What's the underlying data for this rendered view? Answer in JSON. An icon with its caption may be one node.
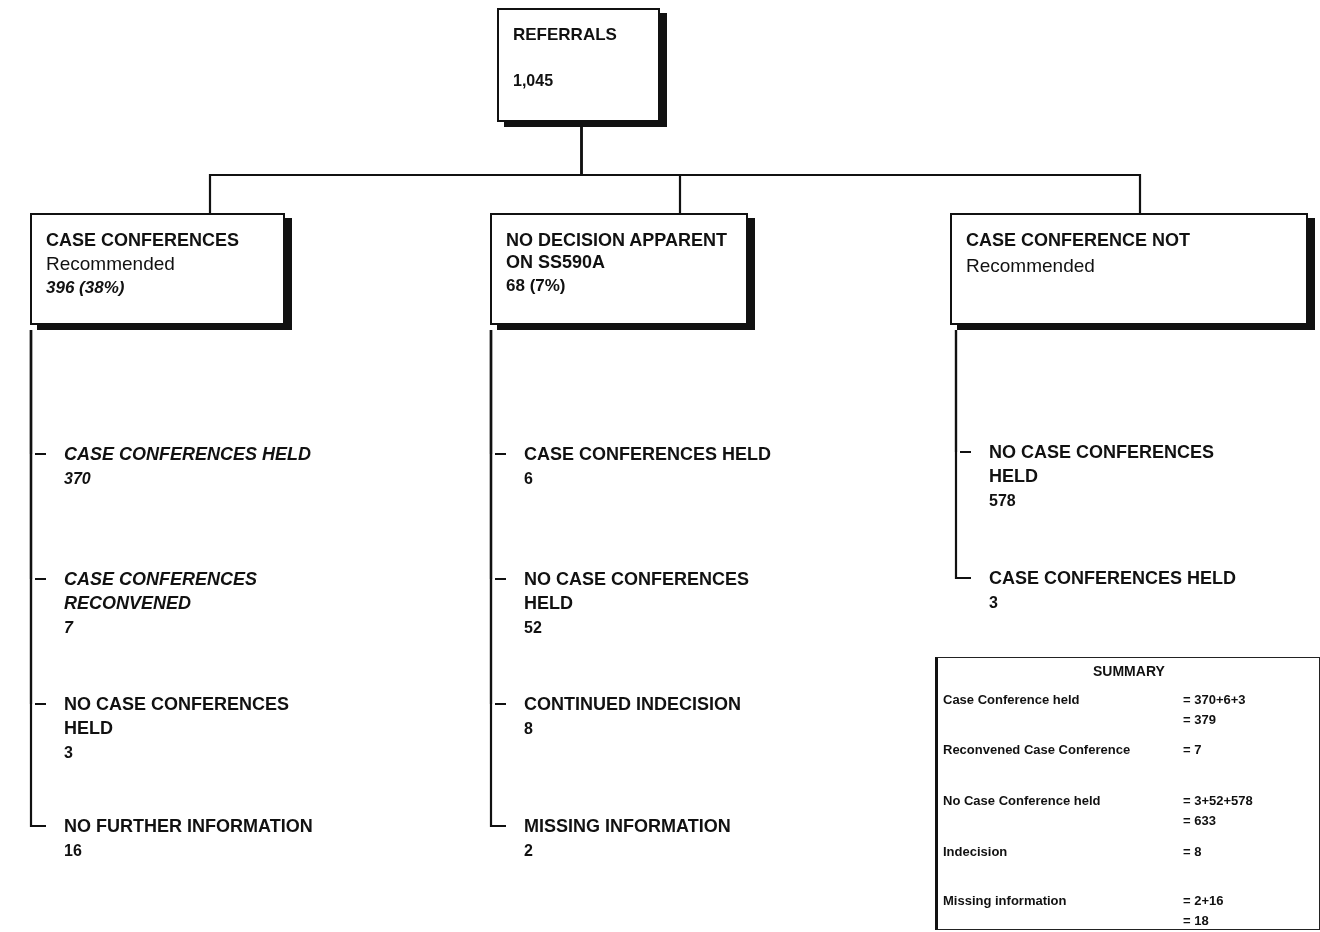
{
  "diagram": {
    "nodes": [
      {
        "text": [
          "REFERRALS",
          "1,045"
        ]
      },
      {
        "text": [
          "CASE CONFERENCES",
          "Recommended",
          "396 (38%)"
        ]
      },
      {
        "text": [
          "NO DECISION APPARENT ON SS590A",
          "68 (7%)"
        ]
      },
      {
        "text": [
          "CASE CONFERENCE NOT",
          "Recommended"
        ]
      },
      {
        "text": [
          "CASE CONFERENCES HELD",
          "370"
        ]
      },
      {
        "text": [
          "CASE CONFERENCES RECONVENED",
          "7"
        ]
      },
      {
        "text": [
          "NO CASE CONFERENCES HELD",
          "3"
        ]
      },
      {
        "text": [
          "NO FURTHER INFORMATION",
          "16"
        ]
      },
      {
        "text": [
          "CASE CONFERENCES HELD",
          "6"
        ]
      },
      {
        "text": [
          "NO CASE CONFERENCES HELD",
          "52"
        ]
      },
      {
        "text": [
          "CONTINUED INDECISION",
          "8"
        ]
      },
      {
        "text": [
          "MISSING INFORMATION",
          "2"
        ]
      },
      {
        "text": [
          "NO CASE CONFERENCES HELD",
          "578"
        ]
      },
      {
        "text": [
          "CASE CONFERENCES HELD",
          "3"
        ]
      },
      {
        "text": [
          "SUMMARY",
          "Case Conference held",
          "= 370+6+3",
          "= 379",
          "Reconvened Case Conference",
          "= 7",
          "No Case Conference held",
          "= 3+52+578",
          "= 633",
          "Indecision",
          "= 8",
          "Missing information",
          "= 2+16",
          "= 18"
        ]
      }
    ],
    "edges": [
      {
        "from": 0,
        "to": 1,
        "arrow": "none"
      },
      {
        "from": 0,
        "to": 2,
        "arrow": "none"
      },
      {
        "from": 0,
        "to": 3,
        "arrow": "none"
      },
      {
        "from": 1,
        "to": 4,
        "arrow": "none"
      },
      {
        "from": 1,
        "to": 5,
        "arrow": "none"
      },
      {
        "from": 1,
        "to": 6,
        "arrow": "none"
      },
      {
        "from": 1,
        "to": 7,
        "arrow": "none"
      },
      {
        "from": 2,
        "to": 8,
        "arrow": "none"
      },
      {
        "from": 2,
        "to": 9,
        "arrow": "none"
      },
      {
        "from": 2,
        "to": 10,
        "arrow": "none"
      },
      {
        "from": 2,
        "to": 11,
        "arrow": "none"
      },
      {
        "from": 3,
        "to": 12,
        "arrow": "none"
      },
      {
        "from": 3,
        "to": 13,
        "arrow": "none"
      }
    ]
  }
}
